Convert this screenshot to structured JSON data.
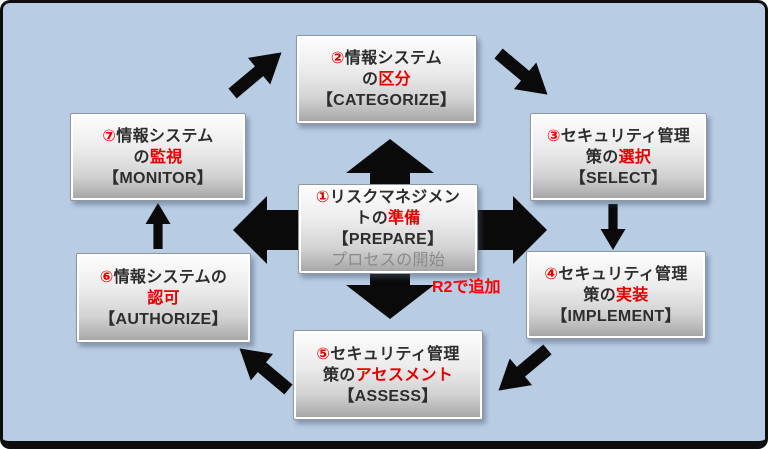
{
  "frame": {
    "background": "#b8cce4",
    "border_color": "#0d0d0d"
  },
  "colors": {
    "red": "#e60000",
    "dark": "#2d2d2d",
    "gray": "#8a8a8a",
    "arrow": "#0a0a0a",
    "annotation": "#ff0000"
  },
  "annotation": {
    "text": "R2で追加"
  },
  "boxes": {
    "prepare": {
      "english": "PREPARE",
      "lines": [
        [
          {
            "t": "①",
            "c": "red"
          },
          {
            "t": "リスクマネジメン",
            "c": "dark"
          }
        ],
        [
          {
            "t": "トの",
            "c": "dark"
          },
          {
            "t": "準備",
            "c": "red"
          }
        ],
        [
          {
            "t": "【PREPARE】",
            "c": "dark"
          }
        ],
        [
          {
            "t": "プロセスの開始",
            "c": "gray"
          }
        ]
      ]
    },
    "categorize": {
      "english": "CATEGORIZE",
      "lines": [
        [
          {
            "t": "②",
            "c": "red"
          },
          {
            "t": "情報システム",
            "c": "dark"
          }
        ],
        [
          {
            "t": "の",
            "c": "dark"
          },
          {
            "t": "区分",
            "c": "red"
          }
        ],
        [
          {
            "t": "【CATEGORIZE】",
            "c": "dark"
          }
        ]
      ]
    },
    "select": {
      "english": "SELECT",
      "lines": [
        [
          {
            "t": "③",
            "c": "red"
          },
          {
            "t": "セキュリティ管理",
            "c": "dark"
          }
        ],
        [
          {
            "t": "策の",
            "c": "dark"
          },
          {
            "t": "選択",
            "c": "red"
          }
        ],
        [
          {
            "t": "【SELECT】",
            "c": "dark"
          }
        ]
      ]
    },
    "implement": {
      "english": "IMPLEMENT",
      "lines": [
        [
          {
            "t": "④",
            "c": "red"
          },
          {
            "t": "セキュリティ管理",
            "c": "dark"
          }
        ],
        [
          {
            "t": "策の",
            "c": "dark"
          },
          {
            "t": "実装",
            "c": "red"
          }
        ],
        [
          {
            "t": "【IMPLEMENT】",
            "c": "dark"
          }
        ]
      ]
    },
    "assess": {
      "english": "ASSESS",
      "lines": [
        [
          {
            "t": "⑤",
            "c": "red"
          },
          {
            "t": "セキュリティ管理",
            "c": "dark"
          }
        ],
        [
          {
            "t": "策の",
            "c": "dark"
          },
          {
            "t": "アセスメント",
            "c": "red"
          }
        ],
        [
          {
            "t": "【ASSESS】",
            "c": "dark"
          }
        ]
      ]
    },
    "authorize": {
      "english": "AUTHORIZE",
      "lines": [
        [
          {
            "t": "⑥",
            "c": "red"
          },
          {
            "t": "情報システムの",
            "c": "dark"
          }
        ],
        [
          {
            "t": "認可",
            "c": "red"
          }
        ],
        [
          {
            "t": "【AUTHORIZE】",
            "c": "dark"
          }
        ]
      ]
    },
    "monitor": {
      "english": "MONITOR",
      "lines": [
        [
          {
            "t": "⑦",
            "c": "red"
          },
          {
            "t": "情報システム",
            "c": "dark"
          }
        ],
        [
          {
            "t": "の",
            "c": "dark"
          },
          {
            "t": "監視",
            "c": "red"
          }
        ],
        [
          {
            "t": "【MONITOR】",
            "c": "dark"
          }
        ]
      ]
    }
  }
}
